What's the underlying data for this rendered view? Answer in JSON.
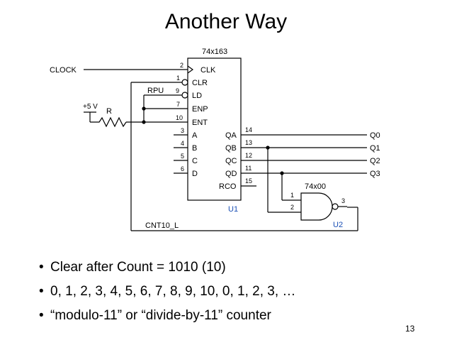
{
  "title": "Another Way",
  "schematic": {
    "clock_label": "CLOCK",
    "vcc_label": "+5 V",
    "resistor_label": "R",
    "rpu_label": "RPU",
    "counter": {
      "part": "74x163",
      "ref": "U1",
      "inputs": [
        {
          "pin": "2",
          "name": "CLK"
        },
        {
          "pin": "1",
          "name": "CLR"
        },
        {
          "pin": "9",
          "name": "LD"
        },
        {
          "pin": "7",
          "name": "ENP"
        },
        {
          "pin": "10",
          "name": "ENT"
        },
        {
          "pin": "3",
          "name": "A"
        },
        {
          "pin": "4",
          "name": "B"
        },
        {
          "pin": "5",
          "name": "C"
        },
        {
          "pin": "6",
          "name": "D"
        }
      ],
      "outputs": [
        {
          "pin": "14",
          "name": "QA"
        },
        {
          "pin": "13",
          "name": "QB"
        },
        {
          "pin": "12",
          "name": "QC"
        },
        {
          "pin": "11",
          "name": "QD"
        },
        {
          "pin": "15",
          "name": "RCO"
        }
      ]
    },
    "nand": {
      "part": "74x00",
      "ref": "U2",
      "in1": "1",
      "in2": "2",
      "out": "3"
    },
    "q_labels": [
      "Q0",
      "Q1",
      "Q2",
      "Q3"
    ],
    "net_label": "CNT10_L"
  },
  "bullets": [
    "Clear after Count = 1010 (10)",
    "0, 1, 2, 3, 4, 5, 6, 7, 8, 9, 10, 0, 1, 2, 3, …",
    "“modulo-11” or “divide-by-11” counter"
  ],
  "bullet_symbol": "•",
  "slide_number": "13",
  "colors": {
    "ref_designator": "#1a4fb5",
    "line": "#000000"
  }
}
